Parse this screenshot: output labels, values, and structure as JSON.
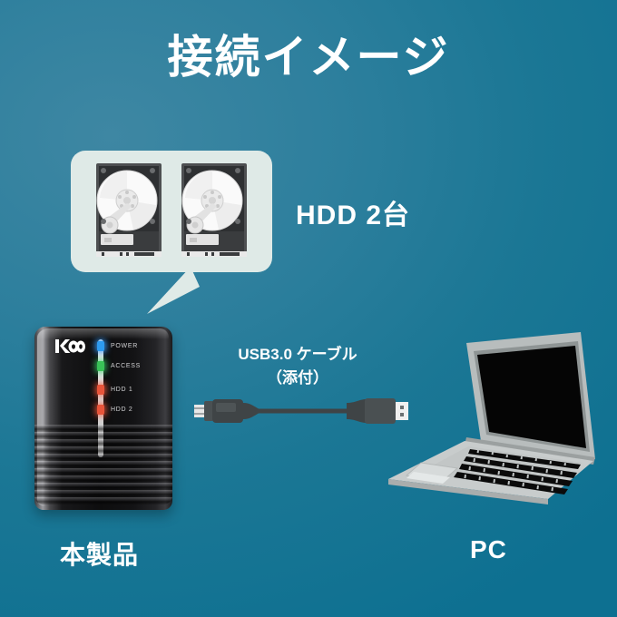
{
  "header": {
    "title": "接続イメージ"
  },
  "callout": {
    "name": "hdd-bubble",
    "hdd_count": 2
  },
  "labels": {
    "hdd": "HDD 2台",
    "cable_line1": "USB3.0 ケーブル",
    "cable_line2": "（添付）",
    "product": "本製品",
    "pc": "PC"
  },
  "enclosure": {
    "brand_logo": "rs-logo",
    "leds": [
      {
        "name": "power",
        "text": "POWER",
        "color": "#2d9bf0"
      },
      {
        "name": "access",
        "text": "ACCESS",
        "color": "#39c257"
      },
      {
        "name": "hdd1",
        "text": "HDD 1",
        "color": "#e8543a"
      },
      {
        "name": "hdd2",
        "text": "HDD 2",
        "color": "#e8543a"
      }
    ]
  },
  "colors": {
    "background_light": "#3e87a3",
    "background_dark": "#0d7091",
    "bubble": "#dfeae7",
    "text": "#ffffff",
    "enclosure_body": "#111113",
    "laptop_body": "#c3c7c7",
    "laptop_screen": "#000000",
    "cable": "#3f4446"
  },
  "icons": {
    "hdd": "hard-disk-drive-icon",
    "cable": "usb-cable-icon",
    "laptop": "laptop-icon",
    "enclosure": "disk-enclosure-icon"
  }
}
